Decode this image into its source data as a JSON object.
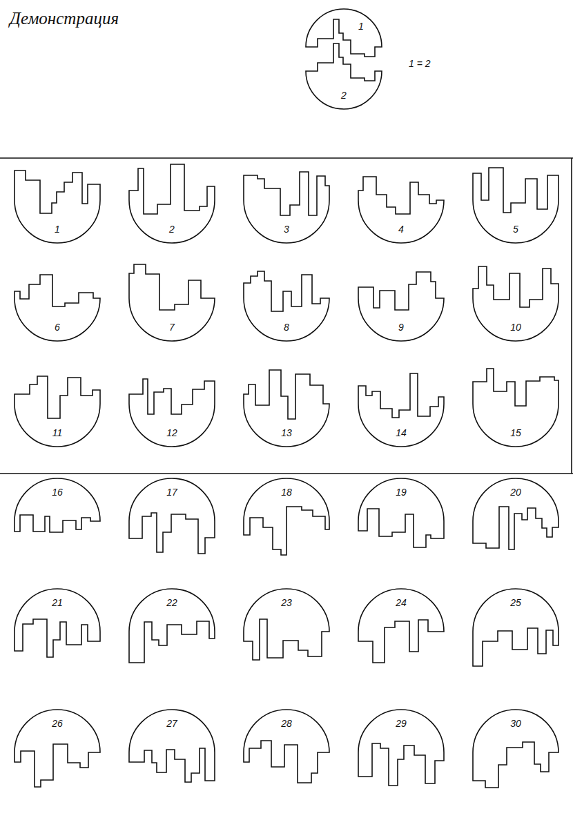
{
  "diagram": {
    "title": "Демонстрация",
    "nodes": [
      {
        "text": [
          "1"
        ]
      },
      {
        "text": [
          "2"
        ]
      },
      {
        "text": [
          "1"
        ]
      },
      {
        "text": [
          "2"
        ]
      },
      {
        "text": [
          "3"
        ]
      },
      {
        "text": [
          "4"
        ]
      },
      {
        "text": [
          "5"
        ]
      },
      {
        "text": [
          "6"
        ]
      },
      {
        "text": [
          "7"
        ]
      },
      {
        "text": [
          "8"
        ]
      },
      {
        "text": [
          "9"
        ]
      },
      {
        "text": [
          "10"
        ]
      },
      {
        "text": [
          "11"
        ]
      },
      {
        "text": [
          "12"
        ]
      },
      {
        "text": [
          "13"
        ]
      },
      {
        "text": [
          "14"
        ]
      },
      {
        "text": [
          "15"
        ]
      },
      {
        "text": [
          "16"
        ]
      },
      {
        "text": [
          "17"
        ]
      },
      {
        "text": [
          "18"
        ]
      },
      {
        "text": [
          "19"
        ]
      },
      {
        "text": [
          "20"
        ]
      },
      {
        "text": [
          "21"
        ]
      },
      {
        "text": [
          "22"
        ]
      },
      {
        "text": [
          "23"
        ]
      },
      {
        "text": [
          "24"
        ]
      },
      {
        "text": [
          "25"
        ]
      },
      {
        "text": [
          "26"
        ]
      },
      {
        "text": [
          "27"
        ]
      },
      {
        "text": [
          "28"
        ]
      },
      {
        "text": [
          "29"
        ]
      },
      {
        "text": [
          "30"
        ]
      }
    ],
    "labels": [
      "1 = 2"
    ]
  }
}
